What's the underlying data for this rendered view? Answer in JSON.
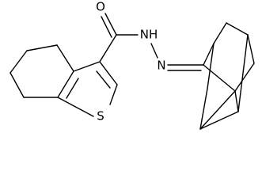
{
  "molecule": {
    "atom_labels": {
      "oxygen": "O",
      "hydrazide_nh": "NH",
      "hydrazide_n": "N",
      "sulfur": "S"
    },
    "colors": {
      "bond": "#000000",
      "label": "#000000",
      "background": "#ffffff"
    }
  }
}
